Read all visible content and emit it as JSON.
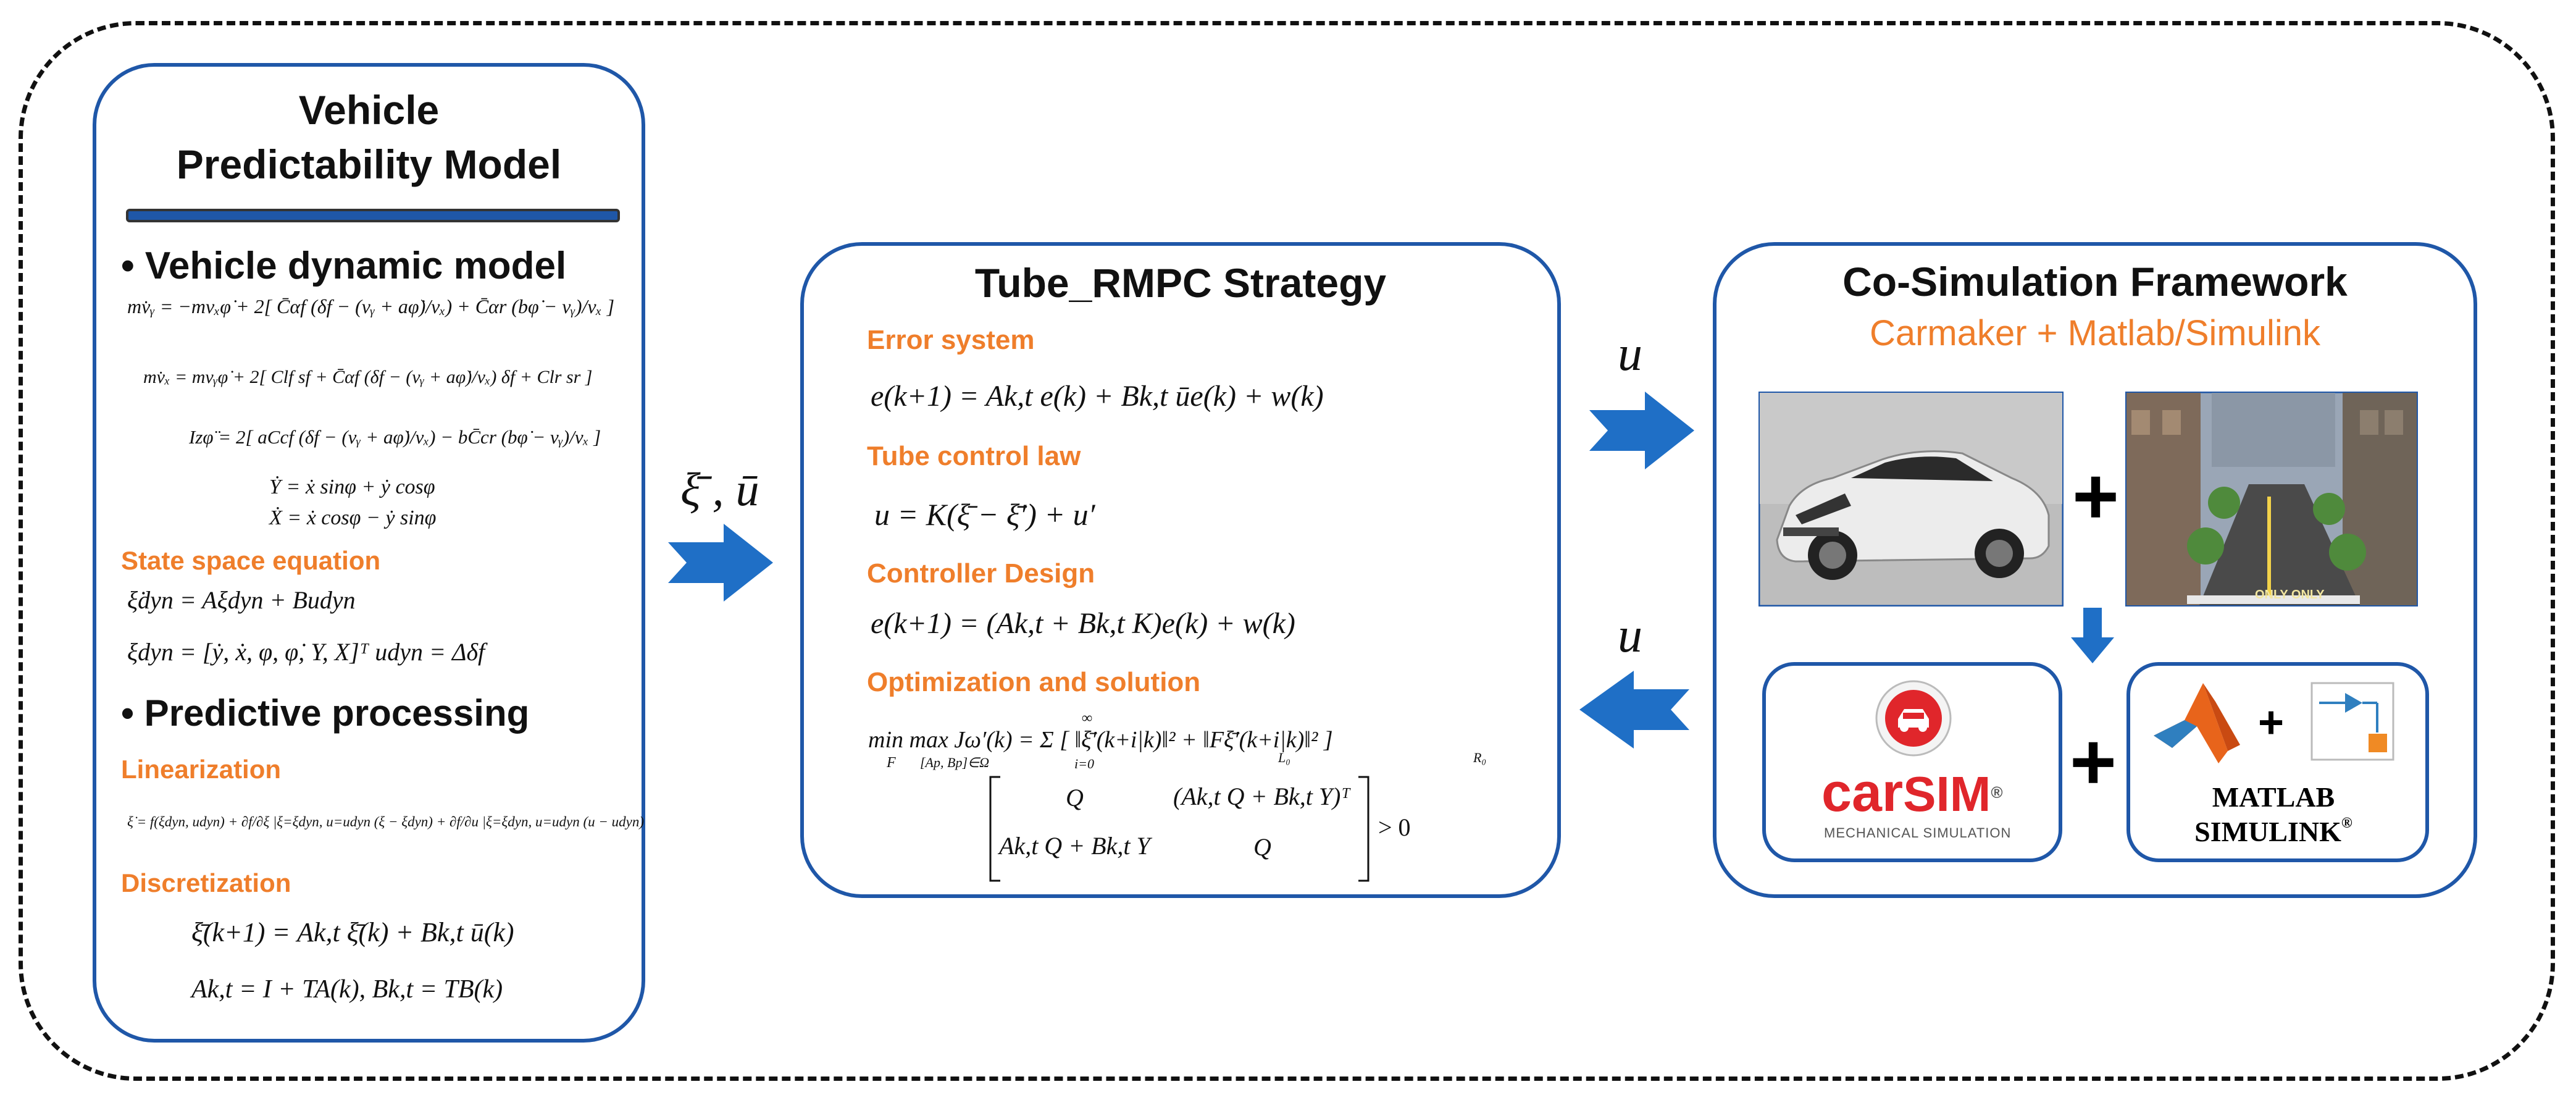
{
  "left_panel": {
    "title_line1": "Vehicle",
    "title_line2": "Predictability Model",
    "bullet1": "• Vehicle dynamic model",
    "dyn_eq1": "mv̇ᵧ = −mvₓφ̇ + 2[ C̄αf (δf − (vᵧ + aφ̇)/vₓ) + C̄αr (bφ̇ − vᵧ)/vₓ ]",
    "dyn_eq2": "mv̇ₓ = mvᵧφ̇ + 2[ Clf sf + C̄αf (δf − (vᵧ + aφ̇)/vₓ) δf + Clr sr ]",
    "dyn_eq3": "Izφ̈ = 2[ aCcf (δf − (vᵧ + aφ̇)/vₓ) − bC̄cr (bφ̇ − vᵧ)/vₓ ]",
    "dyn_eq4": "Ẏ = ẋ sinφ + ẏ cosφ",
    "dyn_eq5": "Ẋ = ẋ cosφ − ẏ sinφ",
    "state_space_heading": "State space equation",
    "ss_eq1": "ξ̇dyn = Aξdyn + Budyn",
    "ss_eq2": "ξdyn = [ẏ, ẋ, φ, φ̇, Y, X]ᵀ  udyn = Δδf",
    "bullet2": "• Predictive processing",
    "linearization_heading": "Linearization",
    "lin_eq": "ξ̇ = f(ξdyn, udyn) + ∂f/∂ξ |ξ=ξdyn, u=udyn (ξ − ξdyn) + ∂f/∂u |ξ=ξdyn, u=udyn (u − udyn)",
    "discretization_heading": "Discretization",
    "disc_eq1": "ξ̄(k+1) = Ak,t ξ̄(k) + Bk,t ū(k)",
    "disc_eq2": "Ak,t = I + TA(k),    Bk,t = TB(k)"
  },
  "arrow_labels": {
    "left_to_middle": "ξ̄ , ū",
    "middle_to_right": "u",
    "right_to_middle": "u"
  },
  "middle_panel": {
    "title": "Tube_RMPC Strategy",
    "error_heading": "Error system",
    "error_eq": "e(k+1) = Ak,t e(k) + Bk,t ūe(k) + w(k)",
    "tube_heading": "Tube control law",
    "tube_eq": "u = K(ξ̄ − ξ̄′) + u′",
    "controller_heading": "Controller Design",
    "controller_eq": "e(k+1) = (Ak,t + Bk,t K)e(k) + w(k)",
    "opt_heading": "Optimization and solution",
    "opt_eq1": "min max Jω′(k) = Σ [ ‖ξ̄′(k+i|k)‖² + ‖Fξ̄′(k+i|k)‖² ]",
    "opt_min_sub": "F",
    "opt_max_sub": "[Ap, Bp]∈Ω",
    "opt_sum_sub": "i=0",
    "opt_sum_sup": "∞",
    "opt_norm_sub1": "L₀",
    "opt_norm_sub2": "R₀",
    "opt_matrix_11": "Q",
    "opt_matrix_12": "(Ak,t Q + Bk,t Y)ᵀ",
    "opt_matrix_21": "Ak,t Q + Bk,t Y",
    "opt_matrix_22": "Q",
    "opt_ineq": "> 0"
  },
  "right_panel": {
    "title": "Co-Simulation Framework",
    "subtitle": "Carmaker + Matlab/Simulink",
    "carsim_brand_car": "car",
    "carsim_brand_sim": "SIM",
    "carsim_reg": "®",
    "carsim_tagline": "MECHANICAL SIMULATION",
    "matlab_label": "MATLAB",
    "simulink_label": "SIMULINK",
    "simulink_reg": "®",
    "plus": "+",
    "road_marking": "ONLY ONLY"
  },
  "colors": {
    "panel_border": "#1f57a8",
    "arrow_fill": "#1f6fc6",
    "heading_orange": "#ef7e2b",
    "carsim_red": "#e0262b"
  }
}
